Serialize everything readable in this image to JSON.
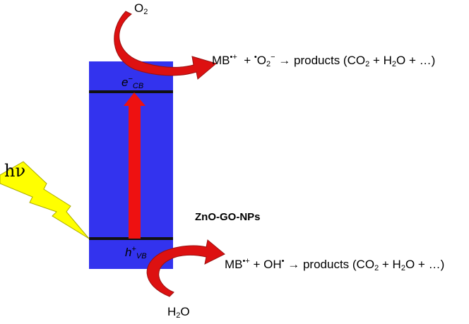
{
  "material": "ZnO-GO-NPs",
  "photon_label": "hν",
  "oxygen": {
    "text": "O",
    "sub": "2"
  },
  "water": {
    "text": "H",
    "sub": "2",
    "tail": "O"
  },
  "cb_electron": {
    "base": "e",
    "sup": "−",
    "sub": "CB"
  },
  "vb_hole": {
    "base": "h",
    "sup": "+",
    "sub": "VB"
  },
  "reaction_top": {
    "mb": "MB",
    "mb_charge": "•+",
    "radical_dot": "•",
    "radical": "O",
    "radical_sub": "2",
    "radical_charge": "−",
    "arrow_products": "→ products (CO",
    "co2_sub": "2",
    "plus_h": " + H",
    "h2o_sub": "2",
    "tail": "O + …)"
  },
  "reaction_bottom": {
    "mb": "MB",
    "mb_charge": "•+",
    "radical": " + OH",
    "radical_dot": "•",
    "arrow_products": " → products (CO",
    "co2_sub": "2",
    "plus_h": " + H",
    "h2o_sub": "2",
    "tail": "O + …)"
  },
  "colors": {
    "band_block": "#3333ee",
    "band_line": "#111111",
    "excitation_arrow": "#ee1111",
    "curved_arrow": "#dd1111",
    "lightning": "#ffff00",
    "lightning_edge": "#aaaa00"
  }
}
